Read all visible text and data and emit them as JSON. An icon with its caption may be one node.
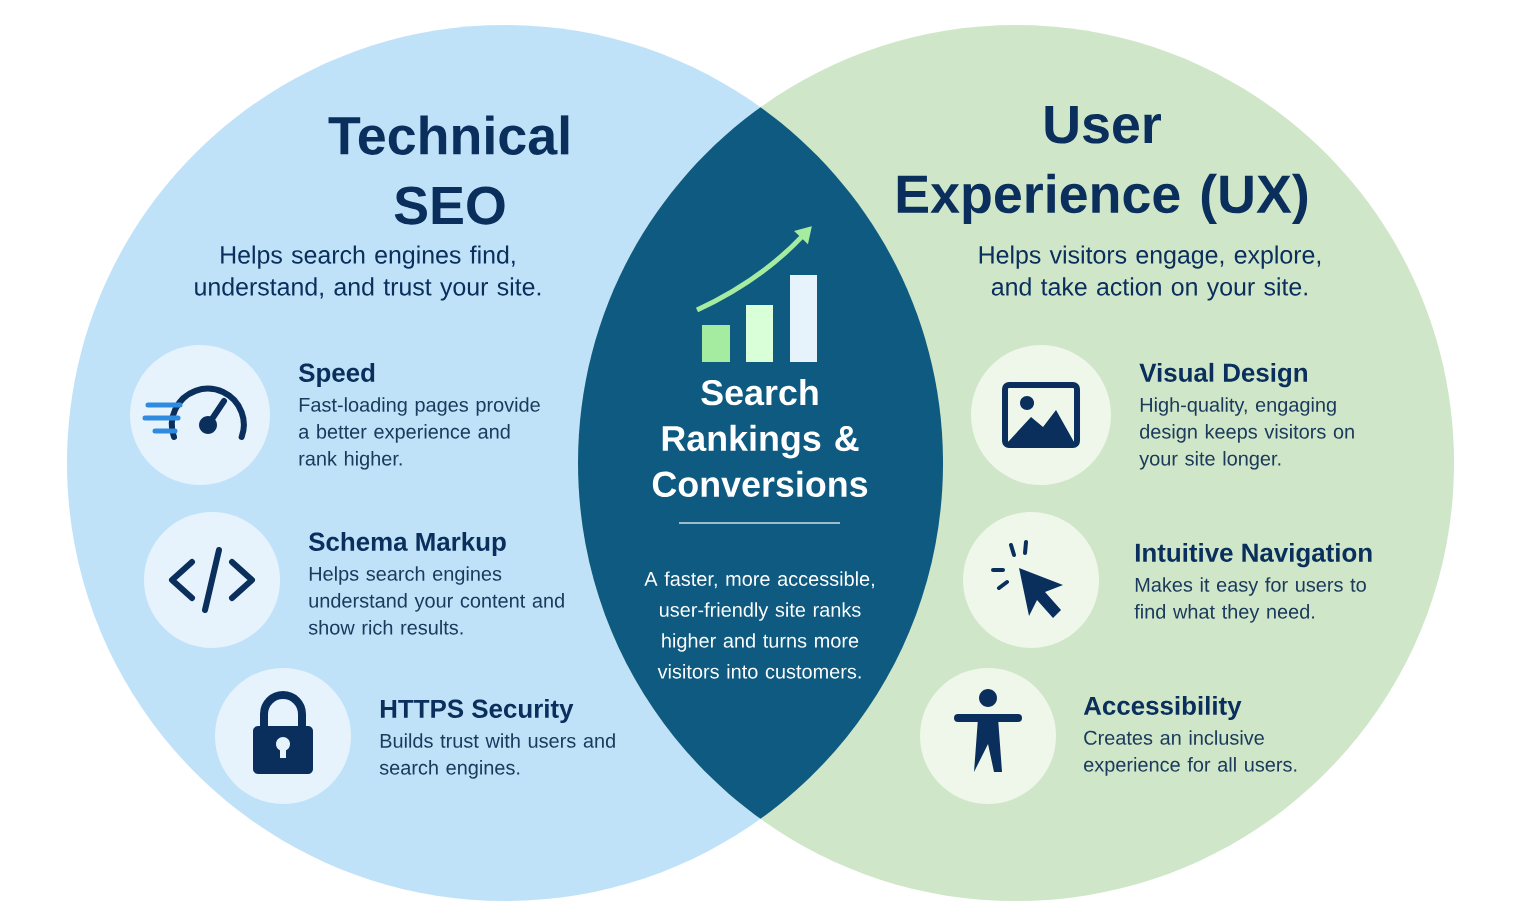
{
  "diagram": {
    "nodes": [
      {
        "text": [
          "Technical SEO",
          "Helps search engines find, understand, and trust your site."
        ]
      },
      {
        "text": [
          "User Experience (UX)",
          "Helps visitors engage, explore, and take action on your site."
        ]
      },
      {
        "text": [
          "Search Rankings & Conversions",
          "A faster, more accessible, user-friendly site ranks higher and turns more visitors into customers."
        ]
      },
      {
        "text": [
          "Speed",
          "Fast-loading pages provide a better experience and rank higher."
        ],
        "in": 0
      },
      {
        "text": [
          "Schema Markup",
          "Helps search engines understand your content and show rich results."
        ],
        "in": 0
      },
      {
        "text": [
          "HTTPS Security",
          "Builds trust with users and search engines."
        ],
        "in": 0
      },
      {
        "text": [
          "Visual Design",
          "High-quality, engaging design keeps visitors on your site longer."
        ],
        "in": 1
      },
      {
        "text": [
          "Intuitive Navigation",
          "Makes it easy for users to find what they need."
        ],
        "in": 1
      },
      {
        "text": [
          "Accessibility",
          "Creates an inclusive experience for all users."
        ],
        "in": 1
      }
    ]
  }
}
